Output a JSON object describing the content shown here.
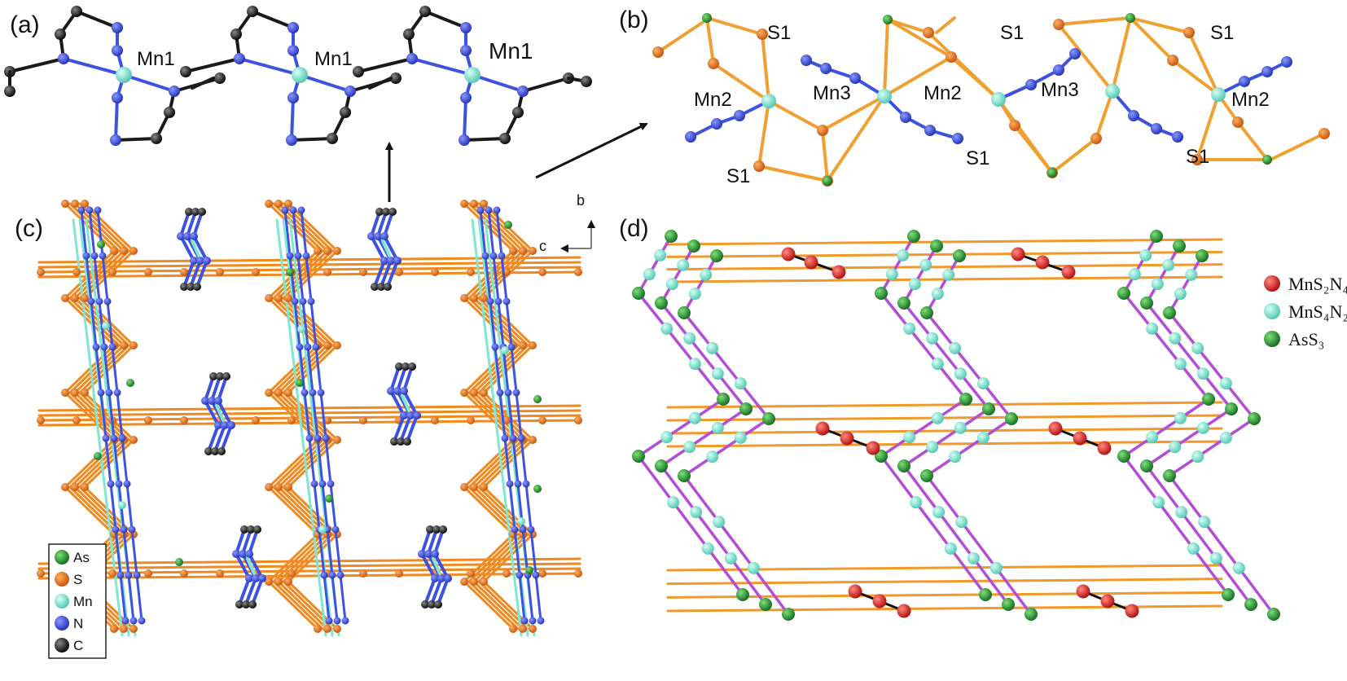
{
  "panels": {
    "a": {
      "label": "(a)",
      "atoms": [
        "Mn1",
        "Mn1",
        "Mn1"
      ]
    },
    "b": {
      "label": "(b)",
      "atoms": [
        "S1",
        "S1",
        "S1",
        "S1",
        "S1",
        "S1",
        "Mn2",
        "Mn3",
        "Mn2",
        "Mn3",
        "Mn2"
      ]
    },
    "c": {
      "label": "(c)",
      "axes": {
        "b": "b",
        "c": "c"
      }
    },
    "d": {
      "label": "(d)"
    }
  },
  "element_key": [
    {
      "symbol": "As",
      "color": "#1f8a2a"
    },
    {
      "symbol": "S",
      "color": "#f07d1e"
    },
    {
      "symbol": "Mn",
      "color": "#7fe6d2"
    },
    {
      "symbol": "N",
      "color": "#3d52e0"
    },
    {
      "symbol": "C",
      "color": "#1a1a1a"
    }
  ],
  "node_legend": [
    {
      "label": "MnS₂N₄",
      "color": "#e8201e"
    },
    {
      "label": "MnS₄N₂",
      "color": "#7fe6d2"
    },
    {
      "label": "AsS₃",
      "color": "#1f8a2a"
    }
  ],
  "colors": {
    "s_bond": "#f0a030",
    "n_atom": "#3d52e0",
    "c_atom": "#1a1a1a",
    "mn_atom": "#7fe6d2",
    "link_purple": "#b44dd6"
  }
}
